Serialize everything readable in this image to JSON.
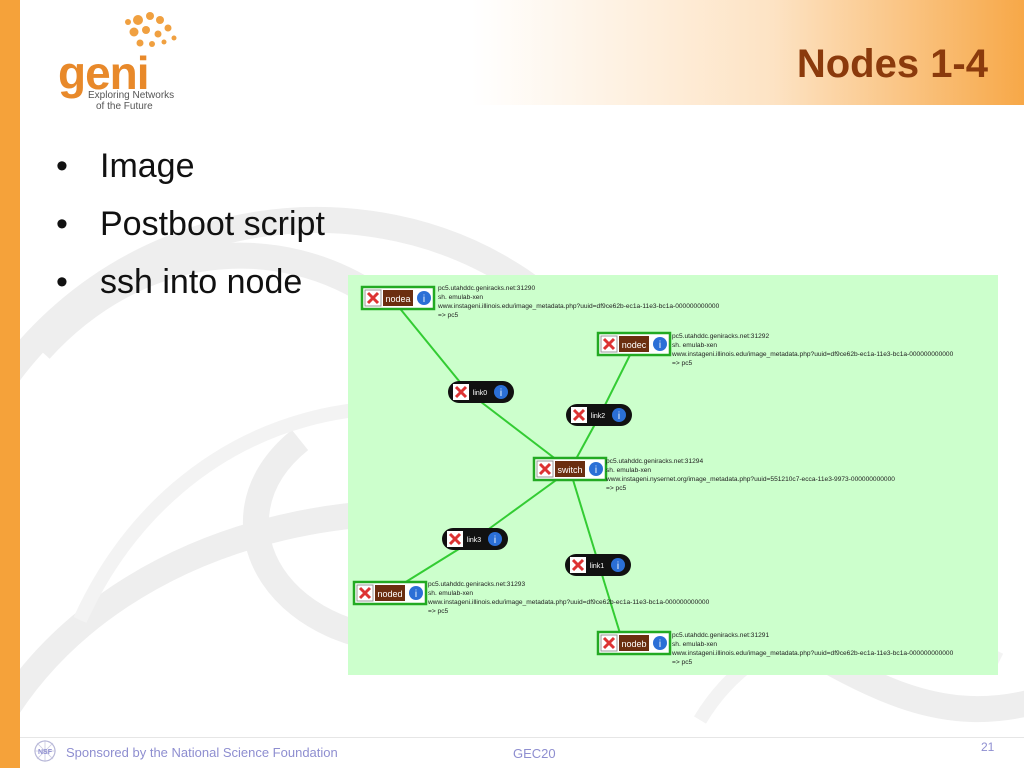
{
  "slide": {
    "title": "Nodes 1-4",
    "bullets": [
      "Image",
      "Postboot script",
      "ssh into node"
    ],
    "bullet_glyph": "•"
  },
  "logo": {
    "word": "geni",
    "tagline": [
      "Exploring Networks",
      "of the Future"
    ],
    "color": "#e8892a"
  },
  "topology": {
    "canvas_color": "#ccffcc",
    "edge_color": "#33cc33",
    "nodes": [
      {
        "label": "nodea",
        "info": [
          "pc5.utahddc.geniracks.net:31290",
          "sh. emulab-xen",
          "www.instageni.illinois.edu/image_metadata.php?uuid=df9ce62b-ec1a-11e3-bc1a-000000000000",
          "=> pc5"
        ]
      },
      {
        "label": "nodec",
        "info": [
          "pc5.utahddc.geniracks.net:31292",
          "sh. emulab-xen",
          "www.instageni.illinois.edu/image_metadata.php?uuid=df9ce62b-ec1a-11e3-bc1a-000000000000",
          "=> pc5"
        ]
      },
      {
        "label": "switch",
        "info": [
          "pc5.utahddc.geniracks.net:31294",
          "sh. emulab-xen",
          "www.instageni.nysernet.org/image_metadata.php?uuid=551210c7-ecca-11e3-9973-000000000000",
          "=> pc5"
        ]
      },
      {
        "label": "noded",
        "info": [
          "pc5.utahddc.geniracks.net:31293",
          "sh. emulab-xen",
          "www.instageni.illinois.edu/image_metadata.php?uuid=df9ce62b-ec1a-11e3-bc1a-000000000000",
          "=> pc5"
        ]
      },
      {
        "label": "nodeb",
        "info": [
          "pc5.utahddc.geniracks.net:31291",
          "sh. emulab-xen",
          "www.instageni.illinois.edu/image_metadata.php?uuid=df9ce62b-ec1a-11e3-bc1a-000000000000",
          "=> pc5"
        ]
      }
    ],
    "links": [
      {
        "label": "link0"
      },
      {
        "label": "link2"
      },
      {
        "label": "link3"
      },
      {
        "label": "link1"
      }
    ]
  },
  "footer": {
    "sponsor": "Sponsored by the National Science Foundation",
    "event": "GEC20",
    "page": "21",
    "nsf_badge": "NSF"
  }
}
